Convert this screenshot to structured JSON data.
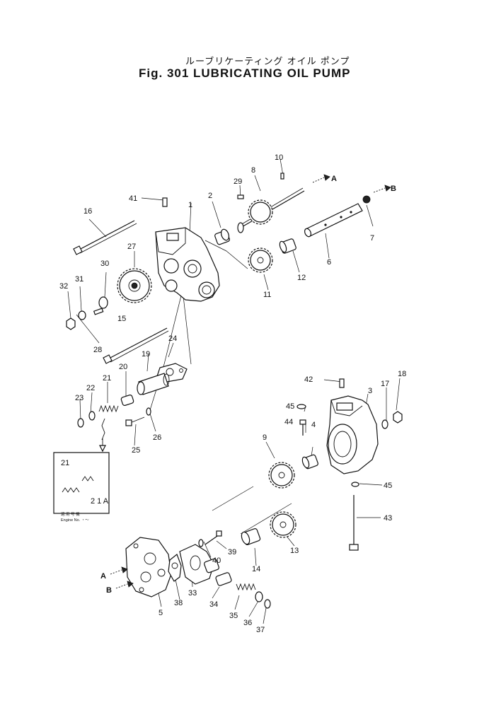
{
  "title": {
    "japanese": "ルーブリケーティング オイル ポンプ",
    "english": "Fig. 301  LUBRICATING  OIL  PUMP"
  },
  "flow_markers": [
    "A",
    "B",
    "A",
    "B"
  ],
  "inset": {
    "labels": [
      "21",
      "2 1 A"
    ],
    "caption_jp": "適 用 号 機",
    "caption_en": "Engine No. ・～"
  },
  "part_numbers": [
    "1",
    "2",
    "3",
    "4",
    "5",
    "6",
    "7",
    "8",
    "9",
    "10",
    "11",
    "12",
    "13",
    "14",
    "15",
    "16",
    "17",
    "18",
    "19",
    "20",
    "21",
    "22",
    "23",
    "24",
    "25",
    "26",
    "27",
    "28",
    "29",
    "30",
    "31",
    "32",
    "33",
    "34",
    "35",
    "36",
    "37",
    "38",
    "39",
    "40",
    "41",
    "42",
    "43",
    "44",
    "45",
    "45"
  ]
}
